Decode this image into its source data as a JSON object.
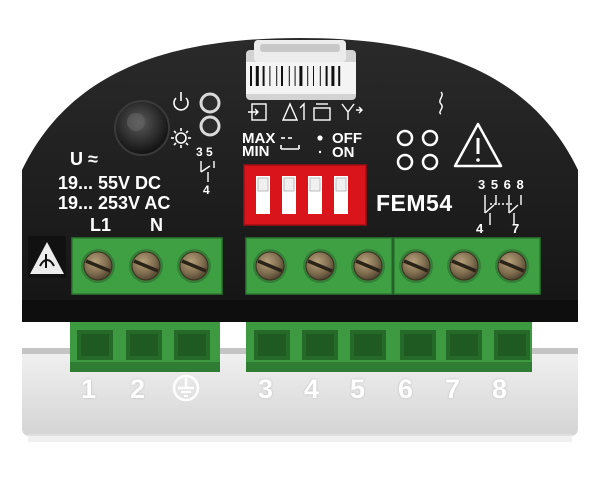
{
  "device": {
    "model": "FEM54",
    "supply": {
      "symbol": "U ≈",
      "range_dc": "19... 55V DC",
      "range_ac": "19... 253V AC"
    },
    "supply_terminals": [
      "L1",
      "N"
    ],
    "mode_labels": {
      "max": "MAX",
      "min": "MIN",
      "off": "OFF",
      "on": "ON"
    },
    "relay_left_numbers": {
      "top": "3 5",
      "bottom": "4"
    },
    "relay_right_numbers": {
      "top": "3 5 6 8",
      "bottom_left": "4",
      "bottom_right": "7"
    },
    "dip_switch_count": 4,
    "front_screw_count": 9,
    "plug_numbers": [
      "1",
      "2",
      "3",
      "4",
      "5",
      "6",
      "7",
      "8"
    ],
    "icons": [
      "power-icon",
      "sun-icon",
      "relay-icon",
      "warning-triangle-icon",
      "esd-warning-icon",
      "ground-icon",
      "barcode-icon"
    ],
    "colors": {
      "housing": "#1f1f1f",
      "terminal_green": "#3fa043",
      "dip_red": "#d9141b",
      "plug_grey": "#e3e3e3"
    }
  }
}
